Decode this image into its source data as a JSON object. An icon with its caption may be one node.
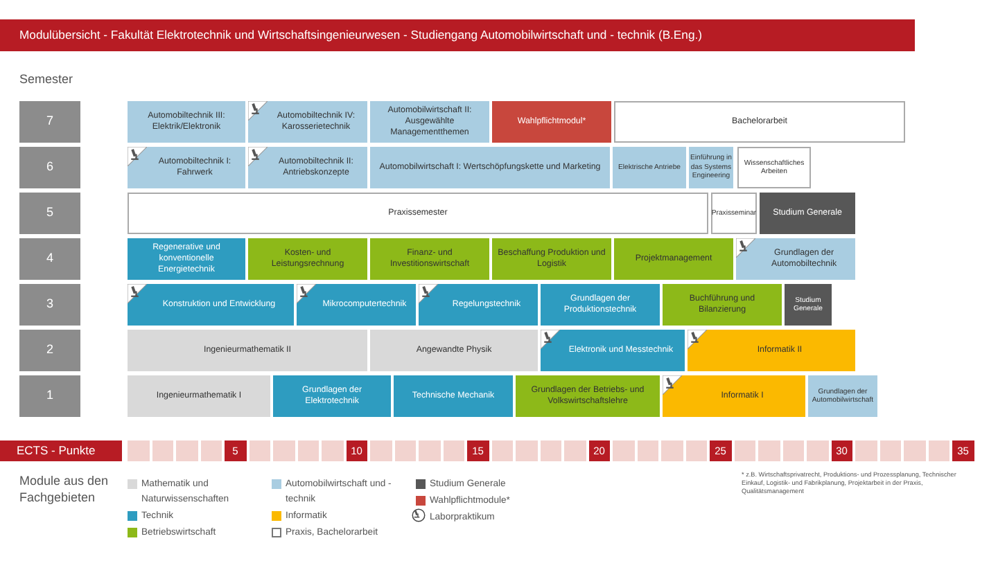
{
  "diagram": {
    "title": "Modulübersicht - Fakultät Elektrotechnik und Wirtschaftsingenieurwesen - Studiengang Automobilwirtschaft und - technik (B.Eng.)",
    "nodes": [
      {
        "text": [
          "7"
        ]
      },
      {
        "text": [
          "Automobiltechnik III: Elektrik/Elektronik"
        ]
      },
      {
        "text": [
          "Automobiltechnik IV: Karosserietechnik"
        ]
      },
      {
        "text": [
          "Automobilwirtschaft II: Ausgewählte Managementthemen"
        ]
      },
      {
        "text": [
          "Wahlpflichtmodul*"
        ]
      },
      {
        "text": [
          "Bachelorarbeit"
        ]
      },
      {
        "text": [
          "6"
        ]
      },
      {
        "text": [
          "Automobiltechnik I: Fahrwerk"
        ]
      },
      {
        "text": [
          "Automobiltechnik II: Antriebskonzepte"
        ]
      },
      {
        "text": [
          "Automobilwirtschaft I: Wertschöpfungskette und Marketing"
        ]
      },
      {
        "text": [
          "Elektrische Antriebe"
        ]
      },
      {
        "text": [
          "Einführung in das Systems Engineering"
        ]
      },
      {
        "text": [
          "Wissenschaftliches Arbeiten"
        ]
      },
      {
        "text": [
          "5"
        ]
      },
      {
        "text": [
          "Praxissemester"
        ]
      },
      {
        "text": [
          "Praxisseminar"
        ]
      },
      {
        "text": [
          "Studium Generale"
        ]
      },
      {
        "text": [
          "4"
        ]
      },
      {
        "text": [
          "Regenerative und konventionelle Energietechnik"
        ]
      },
      {
        "text": [
          "Kosten- und Leistungsrechnung"
        ]
      },
      {
        "text": [
          "Finanz- und Investitionswirtschaft"
        ]
      },
      {
        "text": [
          "Beschaffung Produktion und Logistik"
        ]
      },
      {
        "text": [
          "Projektmanagement"
        ]
      },
      {
        "text": [
          "Grundlagen der Automobiltechnik"
        ]
      },
      {
        "text": [
          "3"
        ]
      },
      {
        "text": [
          "Konstruktion und Entwicklung"
        ]
      },
      {
        "text": [
          "Mikrocomputertechnik"
        ]
      },
      {
        "text": [
          "Regelungstechnik"
        ]
      },
      {
        "text": [
          "Grundlagen der Produktionstechnik"
        ]
      },
      {
        "text": [
          "Buchführung und Bilanzierung"
        ]
      },
      {
        "text": [
          "Studium Generale"
        ]
      },
      {
        "text": [
          "2"
        ]
      },
      {
        "text": [
          "Ingenieurmathematik II"
        ]
      },
      {
        "text": [
          "Angewandte Physik"
        ]
      },
      {
        "text": [
          "Elektronik und Messtechnik"
        ]
      },
      {
        "text": [
          "Informatik II"
        ]
      },
      {
        "text": [
          "1"
        ]
      },
      {
        "text": [
          "Ingenieurmathematik I"
        ]
      },
      {
        "text": [
          "Grundlagen der Elektrotechnik"
        ]
      },
      {
        "text": [
          "Technische Mechanik"
        ]
      },
      {
        "text": [
          "Grundlagen der Betriebs- und Volkswirtschaftslehre"
        ]
      },
      {
        "text": [
          "Informatik I"
        ]
      },
      {
        "text": [
          "Grundlagen der Automobilwirtschaft"
        ]
      }
    ],
    "labels": [
      "Semester",
      "ECTS - Punkte",
      "5",
      "10",
      "15",
      "20",
      "25",
      "30",
      "35",
      "Module aus den Fachgebieten",
      "* z.B. Wirtschaftsprivatrecht, Produktions- und Prozessplanung, Technischer Einkauf, Logistik- und Fabrikplanung, Projektarbeit in der Praxis, Qualitätsmanagement"
    ],
    "legend": [
      {
        "text": "Mathematik und Naturwissenschaften",
        "color": "#d9d9d9"
      },
      {
        "text": "Technik",
        "color": "#2e9cc0"
      },
      {
        "text": "Betriebswirtschaft",
        "color": "#8db919"
      },
      {
        "text": "Automobilwirtschaft und -technik",
        "color": "#a9cde1"
      },
      {
        "text": "Informatik",
        "color": "#fbb900"
      },
      {
        "text": "Praxis, Bachelorarbeit",
        "color": "#ffffff"
      },
      {
        "text": "Studium Generale",
        "color": "#575757"
      },
      {
        "text": "Wahlpflichtmodule*",
        "color": "#c8473d"
      },
      {
        "text": "Laborpraktikum"
      }
    ]
  }
}
